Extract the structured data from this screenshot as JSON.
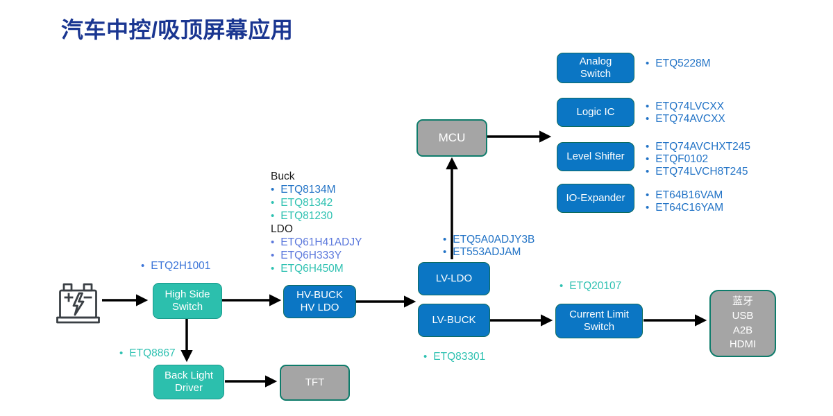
{
  "palette": {
    "title_navy": "#1A3691",
    "box_blue": "#0B76C4",
    "box_teal": "#2CBFAD",
    "box_gray": "#A5A5A5",
    "box_border_teal": "#0E7C6B",
    "part_blue": "#2273C6",
    "part_periwinkle": "#5B78DC",
    "part_teal": "#2EC1B1",
    "arrow_black": "#000000",
    "header_black": "#1A1A1A"
  },
  "title": "汽车中控/吸顶屏幕应用",
  "icons": {
    "battery": "car-battery-icon"
  },
  "nodes": {
    "high_side_switch": {
      "label": "High Side\nSwitch"
    },
    "hv_buck_hv_ldo": {
      "label": "HV-BUCK\nHV LDO"
    },
    "lv_ldo": {
      "label": "LV-LDO"
    },
    "lv_buck": {
      "label": "LV-BUCK"
    },
    "mcu": {
      "label": "MCU"
    },
    "analog_switch": {
      "label": "Analog\nSwitch"
    },
    "logic_ic": {
      "label": "Logic IC"
    },
    "level_shifter": {
      "label": "Level Shifter"
    },
    "io_expander": {
      "label": "IO-Expander"
    },
    "current_limit_switch": {
      "label": "Current Limit\nSwitch"
    },
    "connectivity": {
      "label": "蓝牙\nUSB\nA2B\nHDMI"
    },
    "back_light_driver": {
      "label": "Back Light\nDriver"
    },
    "tft": {
      "label": "TFT"
    }
  },
  "annotations": {
    "hss_part": {
      "text": "ETQ2H1001",
      "color": "#3C75D8"
    },
    "bld_part": {
      "text": "ETQ8867",
      "color": "#2EC1B1"
    },
    "cls_part": {
      "text": "ETQ20107",
      "color": "#2EC1B1"
    },
    "lv_buck_part": {
      "text": "ETQ83301",
      "color": "#2EC1B1"
    },
    "lv_ldo_parts": [
      {
        "text": "ETQ5A0ADJY3B",
        "color": "#2273C6"
      },
      {
        "text": "ET553ADJAM",
        "color": "#2273C6"
      }
    ],
    "buck_ldo": {
      "buck_header": "Buck",
      "buck_items": [
        {
          "text": "ETQ8134M",
          "color": "#2273C6"
        },
        {
          "text": "ETQ81342",
          "color": "#2EC1B1"
        },
        {
          "text": "ETQ81230",
          "color": "#2EC1B1"
        }
      ],
      "ldo_header": "LDO",
      "ldo_items": [
        {
          "text": "ETQ61H41ADJY",
          "color": "#5B78DC"
        },
        {
          "text": "ETQ6H333Y",
          "color": "#5B78DC"
        },
        {
          "text": "ETQ6H450M",
          "color": "#2EC1B1"
        }
      ]
    },
    "analog_switch_parts": [
      {
        "text": "ETQ5228M",
        "color": "#2273C6"
      }
    ],
    "logic_ic_parts": [
      {
        "text": "ETQ74LVCXX",
        "color": "#2273C6"
      },
      {
        "text": "ETQ74AVCXX",
        "color": "#2273C6"
      }
    ],
    "level_shifter_parts": [
      {
        "text": "ETQ74AVCHXT245",
        "color": "#2273C6"
      },
      {
        "text": "ETQF0102",
        "color": "#2273C6"
      },
      {
        "text": "ETQ74LVCH8T245",
        "color": "#2273C6"
      }
    ],
    "io_expander_parts": [
      {
        "text": "ET64B16VAM",
        "color": "#2273C6"
      },
      {
        "text": "ET64C16YAM",
        "color": "#2273C6"
      }
    ]
  }
}
